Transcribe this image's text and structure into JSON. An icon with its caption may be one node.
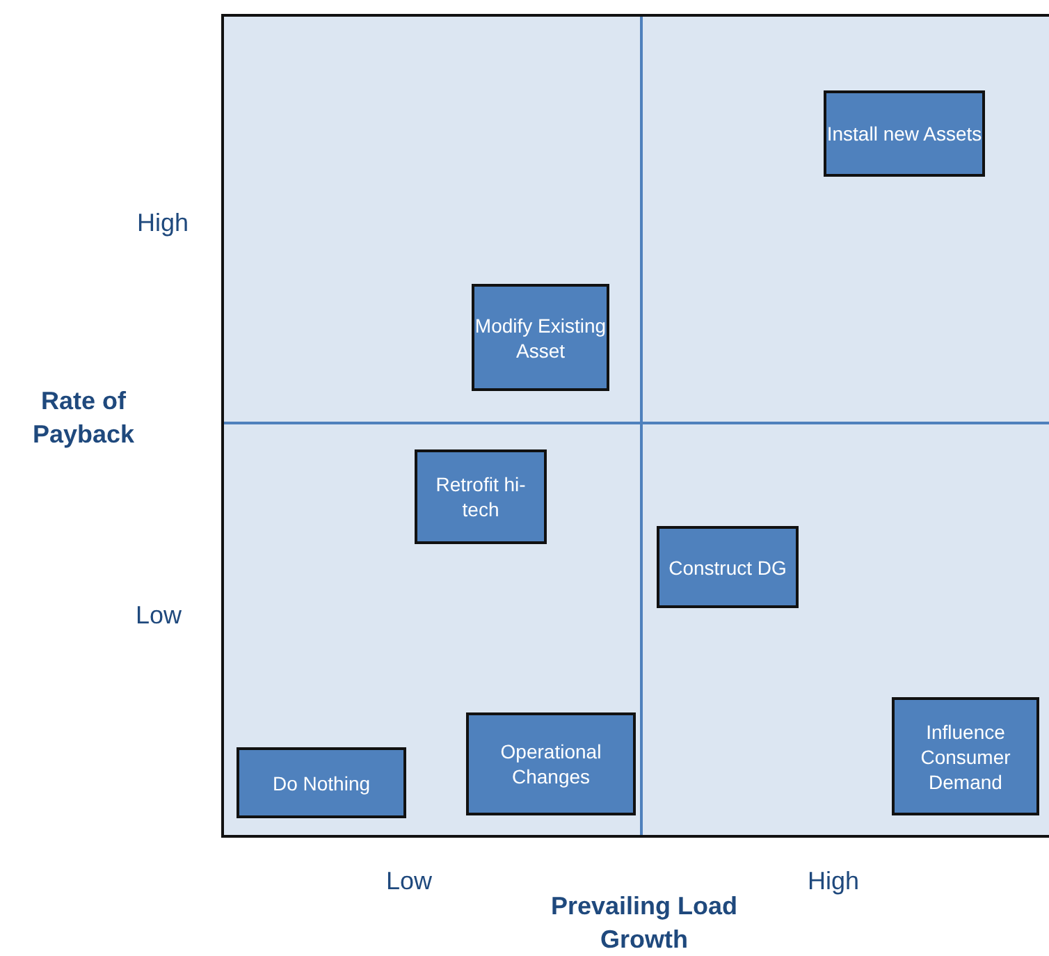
{
  "diagram": {
    "nodes": [
      {
        "text": [
          "Install new Assets"
        ]
      },
      {
        "text": [
          "Modify Existing Asset"
        ]
      },
      {
        "text": [
          "Retrofit hi-tech"
        ]
      },
      {
        "text": [
          "Construct DG"
        ]
      },
      {
        "text": [
          "Do Nothing"
        ]
      },
      {
        "text": [
          "Operational Changes"
        ]
      },
      {
        "text": [
          "Influence Consumer Demand"
        ]
      }
    ],
    "labels": [
      "High",
      "Rate of Payback",
      "Low",
      "Low",
      "High",
      "Prevailing Load Growth"
    ]
  }
}
